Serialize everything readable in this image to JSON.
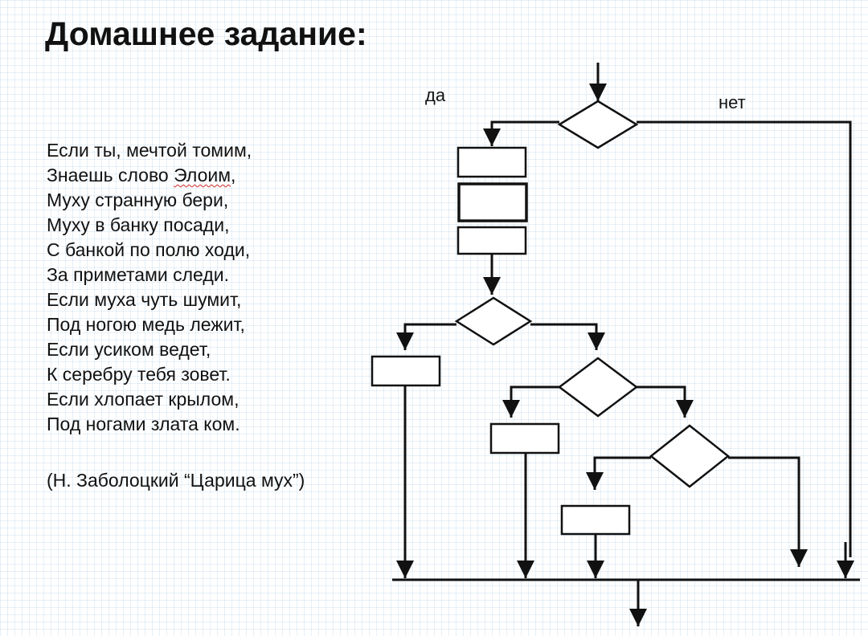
{
  "slide": {
    "title": "Домашнее задание:"
  },
  "poem": {
    "line1": "Если ты, мечтой томим,",
    "line2_before": "Знаешь слово ",
    "line2_word": "Элоим",
    "line2_after": ",",
    "line3": "Муху странную бери,",
    "line4": "Муху в банку посади,",
    "line5": "С банкой по полю ходи,",
    "line6": "За приметами следи.",
    "line7": "Если муха чуть шумит,",
    "line8": "Под ногою медь лежит,",
    "line9": "Если усиком ведет,",
    "line10": "К серебру тебя зовет.",
    "line11": "Если хлопает крылом,",
    "line12": "Под ногами злата ком.",
    "attribution": "(Н. Заболоцкий “Царица мух”)"
  },
  "flowchart": {
    "yes_label": "да",
    "no_label": "нет",
    "line_color": "#111111",
    "fill_color": "#ffffff"
  }
}
